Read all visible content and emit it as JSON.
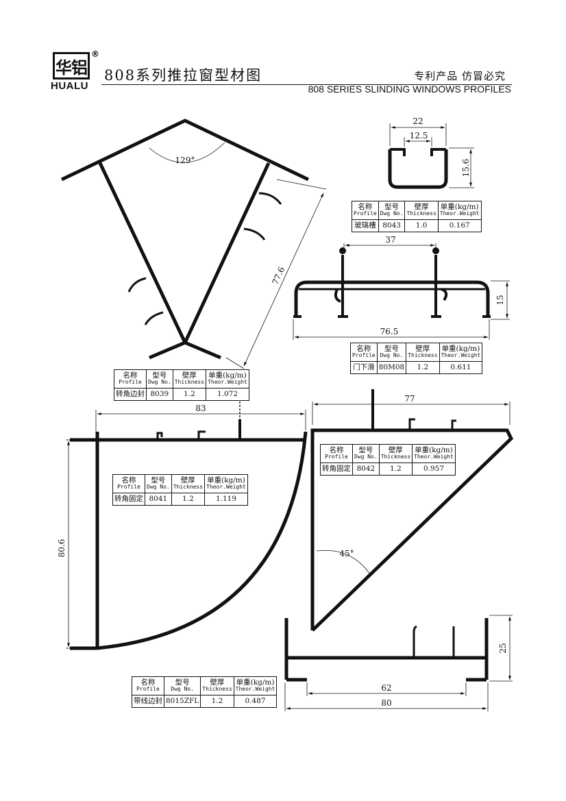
{
  "header": {
    "logo_glyph": "华铝",
    "logo_registered": "®",
    "logo_en": "HUALU",
    "title_cn": "808系列推拉窗型材图",
    "notice_cn": "专利产品  仿冒必究",
    "title_en": "808 SERIES SLINDING WINDOWS PROFILES"
  },
  "table_headers": {
    "name_cn": "名称",
    "name_en": "Profile",
    "dwg_cn": "型号",
    "dwg_en": "Dwg No.",
    "thick_cn": "壁厚",
    "thick_en": "Thickness",
    "weight_cn": "单重(kg/m)",
    "weight_en": "Theor.Weight"
  },
  "profiles": {
    "p8043": {
      "name": "玻璃槽",
      "dwg": "8043",
      "thickness": "1.0",
      "weight": "0.167",
      "dims": {
        "width": "22",
        "inner": "12.5",
        "height": "15.6"
      }
    },
    "p80M08": {
      "name": "门下滑",
      "dwg": "80M08",
      "thickness": "1.2",
      "weight": "0.611",
      "dims": {
        "top": "37",
        "width": "76.5",
        "height": "15"
      }
    },
    "p8039": {
      "name": "转角边封",
      "dwg": "8039",
      "thickness": "1.2",
      "weight": "1.072",
      "dims": {
        "angle": "129°",
        "length": "77.6"
      }
    },
    "p8041": {
      "name": "转角固定",
      "dwg": "8041",
      "thickness": "1.2",
      "weight": "1.119",
      "dims": {
        "width": "83",
        "height": "80.6"
      }
    },
    "p8042": {
      "name": "转角固定",
      "dwg": "8042",
      "thickness": "1.2",
      "weight": "0.957",
      "dims": {
        "width": "77",
        "angle": "45°"
      }
    },
    "p8015ZFL": {
      "name": "带线边封",
      "dwg": "8015ZFL",
      "thickness": "1.2",
      "weight": "0.487",
      "dims": {
        "inner": "62",
        "width": "80",
        "height": "25"
      }
    }
  }
}
